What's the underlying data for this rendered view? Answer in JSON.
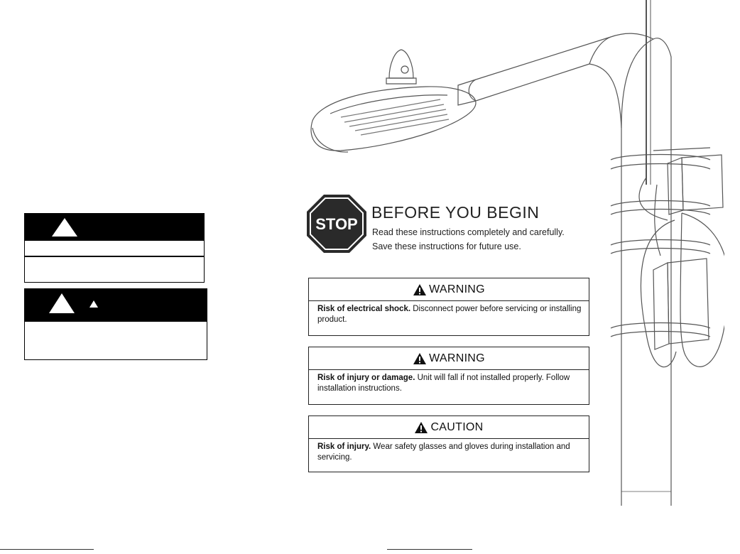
{
  "stop": {
    "sign_text": "STOP",
    "title": "BEFORE YOU BEGIN",
    "line1": "Read these instructions completely and carefully.",
    "line2": "Save these instructions for future use."
  },
  "notices": [
    {
      "heading": "WARNING",
      "bold": "Risk of electrical shock.",
      "text": "  Disconnect power before servicing or installing product."
    },
    {
      "heading": "WARNING",
      "bold": "Risk of injury or damage.",
      "text": "  Unit will fall if not installed properly.  Follow installation instructions."
    },
    {
      "heading": "CAUTION",
      "bold": "Risk of injury.",
      "text": "  Wear safety glasses and gloves during installation and servicing."
    }
  ],
  "colors": {
    "stop_red": "#2a2a2a",
    "ink": "#111111"
  },
  "icons": [
    "stop-sign-icon",
    "warning-triangle-icon"
  ]
}
